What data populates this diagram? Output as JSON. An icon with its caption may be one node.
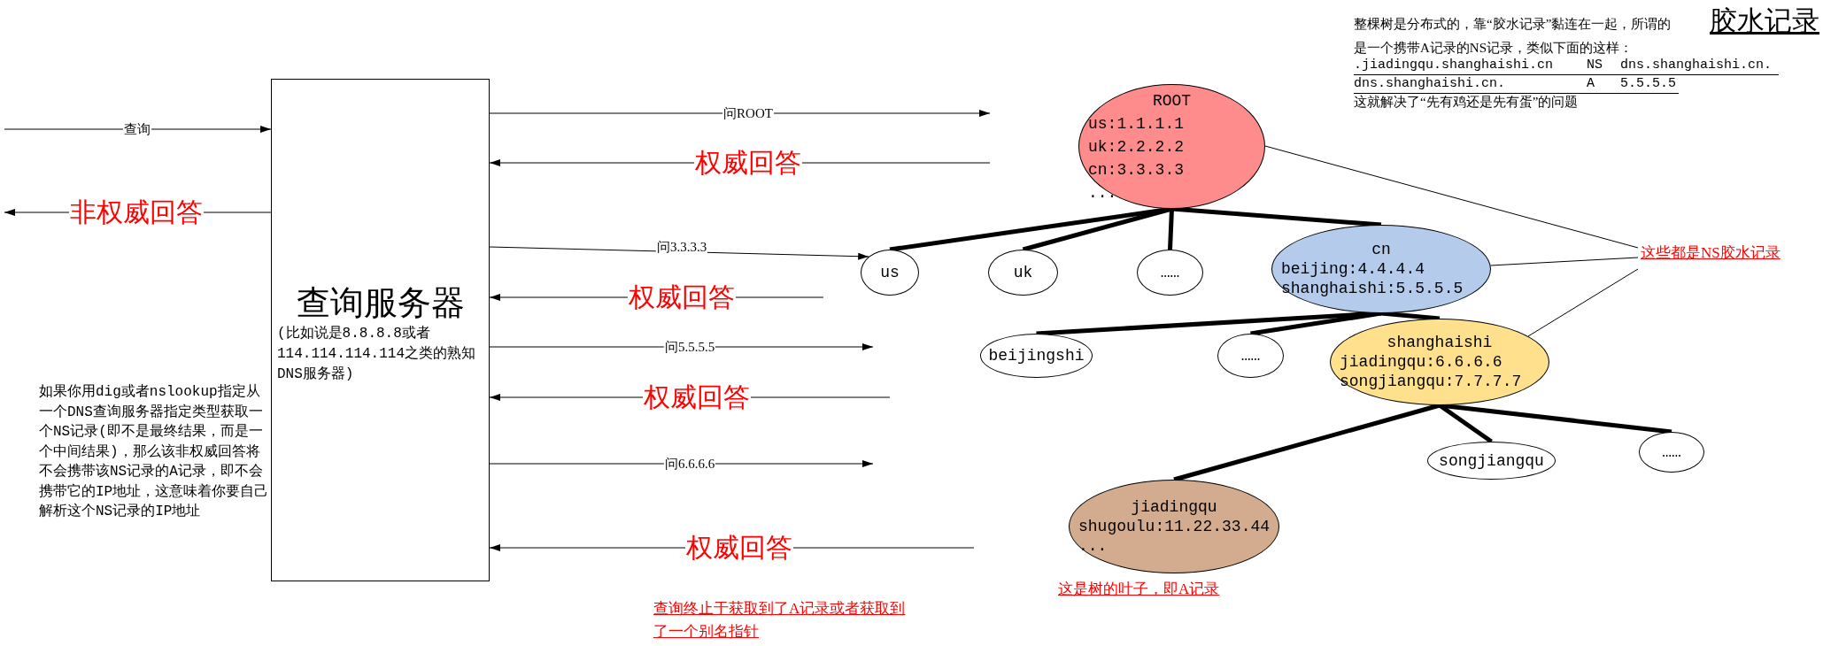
{
  "diagram": {
    "nodes": [
      {
        "text": [
          "查询服务器",
          "(比如说是8.8.8.8或者114.114.114.114之类的熟知DNS服务器)"
        ],
        "beside": [
          "如果你用dig或者nslookup指定从一个DNS查询服务器指定类型获取一个NS记录(即不是最终结果，而是一个中间结果)，那么该非权威回答将不会携带该NS记录的A记录，即不会携带它的IP地址，这意味着你要自己解析这个NS记录的IP地址"
        ]
      },
      {
        "text": [
          "ROOT",
          "us:1.1.1.1",
          "uk:2.2.2.2",
          "cn:3.3.3.3",
          "..."
        ]
      },
      {
        "text": [
          "us"
        ]
      },
      {
        "text": [
          "uk"
        ]
      },
      {
        "text": [
          "……"
        ]
      },
      {
        "text": [
          "cn",
          "beijing:4.4.4.4",
          "shanghaishi:5.5.5.5"
        ]
      },
      {
        "text": [
          "这些都是NS胶水记录"
        ]
      },
      {
        "text": [
          "beijingshi"
        ]
      },
      {
        "text": [
          "……"
        ]
      },
      {
        "text": [
          "shanghaishi",
          "jiadingqu:6.6.6.6",
          "songjiangqu:7.7.7.7"
        ]
      },
      {
        "text": [
          "songjiangqu"
        ]
      },
      {
        "text": [
          "……"
        ]
      },
      {
        "text": [
          "jiadingqu",
          "shugoulu:11.22.33.44",
          "..."
        ],
        "beside": [
          "这是树的叶子，即A记录"
        ]
      }
    ],
    "edges": [
      {
        "from": null,
        "to": 0,
        "arrow": "to",
        "label": "查询"
      },
      {
        "from": 0,
        "to": null,
        "arrow": "to",
        "label": "非权威回答"
      },
      {
        "from": 0,
        "to": null,
        "arrow": "to",
        "label": "问ROOT"
      },
      {
        "from": null,
        "to": 0,
        "arrow": "to",
        "label": "权威回答"
      },
      {
        "from": 0,
        "to": 2,
        "arrow": "to",
        "label": "问3.3.3.3"
      },
      {
        "from": null,
        "to": 0,
        "arrow": "to",
        "label": "权威回答"
      },
      {
        "from": 0,
        "to": null,
        "arrow": "to",
        "label": "问5.5.5.5"
      },
      {
        "from": null,
        "to": 0,
        "arrow": "to",
        "label": "权威回答"
      },
      {
        "from": 0,
        "to": null,
        "arrow": "to",
        "label": "问6.6.6.6"
      },
      {
        "from": null,
        "to": 0,
        "arrow": "to",
        "label": "权威回答"
      },
      {
        "from": 1,
        "to": 2,
        "arrow": "none",
        "style": "thick"
      },
      {
        "from": 1,
        "to": 3,
        "arrow": "none",
        "style": "thick"
      },
      {
        "from": 1,
        "to": 4,
        "arrow": "none",
        "style": "thick"
      },
      {
        "from": 1,
        "to": 5,
        "arrow": "none",
        "style": "thick"
      },
      {
        "from": 5,
        "to": 7,
        "arrow": "none",
        "style": "thick"
      },
      {
        "from": 5,
        "to": 8,
        "arrow": "none",
        "style": "thick"
      },
      {
        "from": 5,
        "to": 9,
        "arrow": "none",
        "style": "thick"
      },
      {
        "from": 9,
        "to": 12,
        "arrow": "none",
        "style": "thick"
      },
      {
        "from": 9,
        "to": 10,
        "arrow": "none",
        "style": "thick"
      },
      {
        "from": 9,
        "to": 11,
        "arrow": "none",
        "style": "thick"
      },
      {
        "from": 6,
        "to": 1,
        "arrow": "none"
      },
      {
        "from": 6,
        "to": 5,
        "arrow": "none"
      },
      {
        "from": 6,
        "to": 9,
        "arrow": "none"
      }
    ],
    "labels": [
      "整棵树是分布式的，靠“胶水记录”黏连在一起，所谓的",
      "胶水记录",
      "是一个携带A记录的NS记录，类似下面的这样：",
      ".jiadingqu.shanghaishi.cn",
      "NS",
      "dns.shanghaishi.cn.",
      "dns.shanghaishi.cn.",
      "A",
      "5.5.5.5",
      "这就解决了“先有鸡还是先有蛋”的问题",
      "查询终止于获取到了A记录或者获取到了一个别名指针"
    ]
  }
}
